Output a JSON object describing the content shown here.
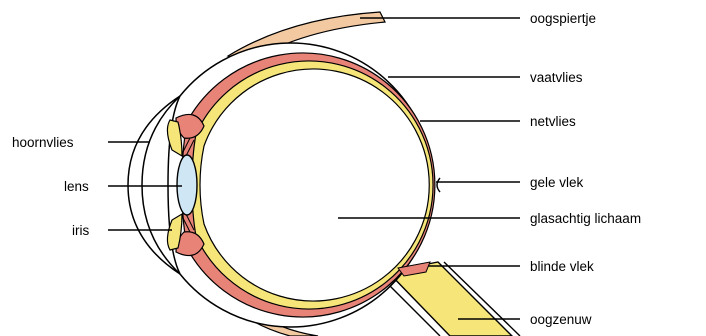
{
  "labels": {
    "oogspiertje": "oogspiertje",
    "vaatvlies": "vaatvlies",
    "netvlies": "netvlies",
    "hoornvlies": "hoornvlies",
    "lens": "lens",
    "iris": "iris",
    "gele_vlek": "gele vlek",
    "glasachtig_lichaam": "glasachtig lichaam",
    "blinde_vlek": "blinde vlek",
    "oogzenuw": "oogzenuw"
  },
  "colors": {
    "sclera": "#ffffff",
    "choroid": "#e88378",
    "retina": "#f6e67a",
    "muscle": "#f3c9a2",
    "lens": "#cfe6f5",
    "outline": "#000000"
  }
}
